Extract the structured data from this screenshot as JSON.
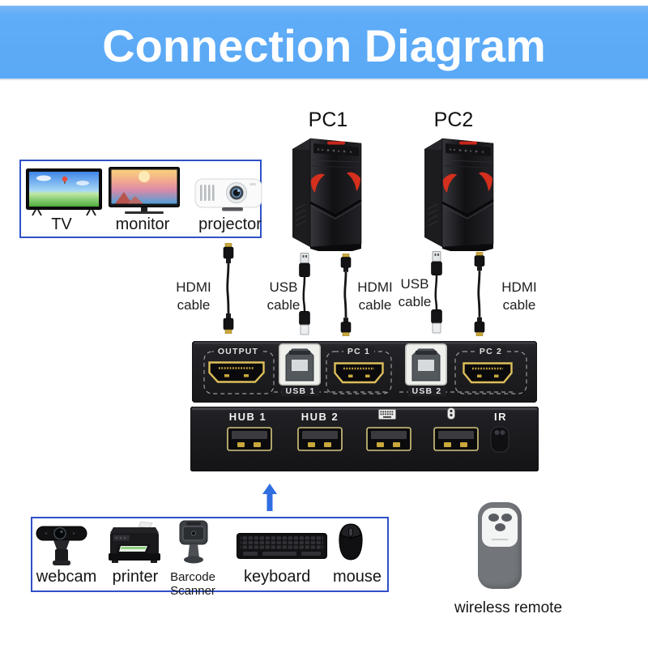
{
  "title": "Connection Diagram",
  "pcs": {
    "pc1": "PC1",
    "pc2": "PC2"
  },
  "displays": {
    "tv": "TV",
    "monitor": "monitor",
    "projector": "projector"
  },
  "cables": {
    "c1": {
      "l1": "HDMI",
      "l2": "cable"
    },
    "c2": {
      "l1": "USB",
      "l2": "cable"
    },
    "c3": {
      "l1": "HDMI",
      "l2": "cable"
    },
    "c4": {
      "l1": "USB",
      "l2": "cable"
    },
    "c5": {
      "l1": "HDMI",
      "l2": "cable"
    }
  },
  "kvm": {
    "rear": {
      "output": "OUTPUT",
      "usb1": "USB 1",
      "pc1": "PC 1",
      "usb2": "USB 2",
      "pc2": "PC 2"
    },
    "front": {
      "hub1": "HUB 1",
      "hub2": "HUB 2",
      "ir": "IR"
    }
  },
  "peripherals": {
    "webcam": "webcam",
    "printer": "printer",
    "scanner": "Barcode Scanner",
    "keyboard": "keyboard",
    "mouse": "mouse"
  },
  "remote": {
    "label": "wireless remote"
  },
  "colors": {
    "header_bg": "#5facf7",
    "box_border": "#3050c8",
    "arrow_blue": "#2f6ee0",
    "port_gold": "#c9a83c",
    "device_black": "#1e1e20"
  }
}
